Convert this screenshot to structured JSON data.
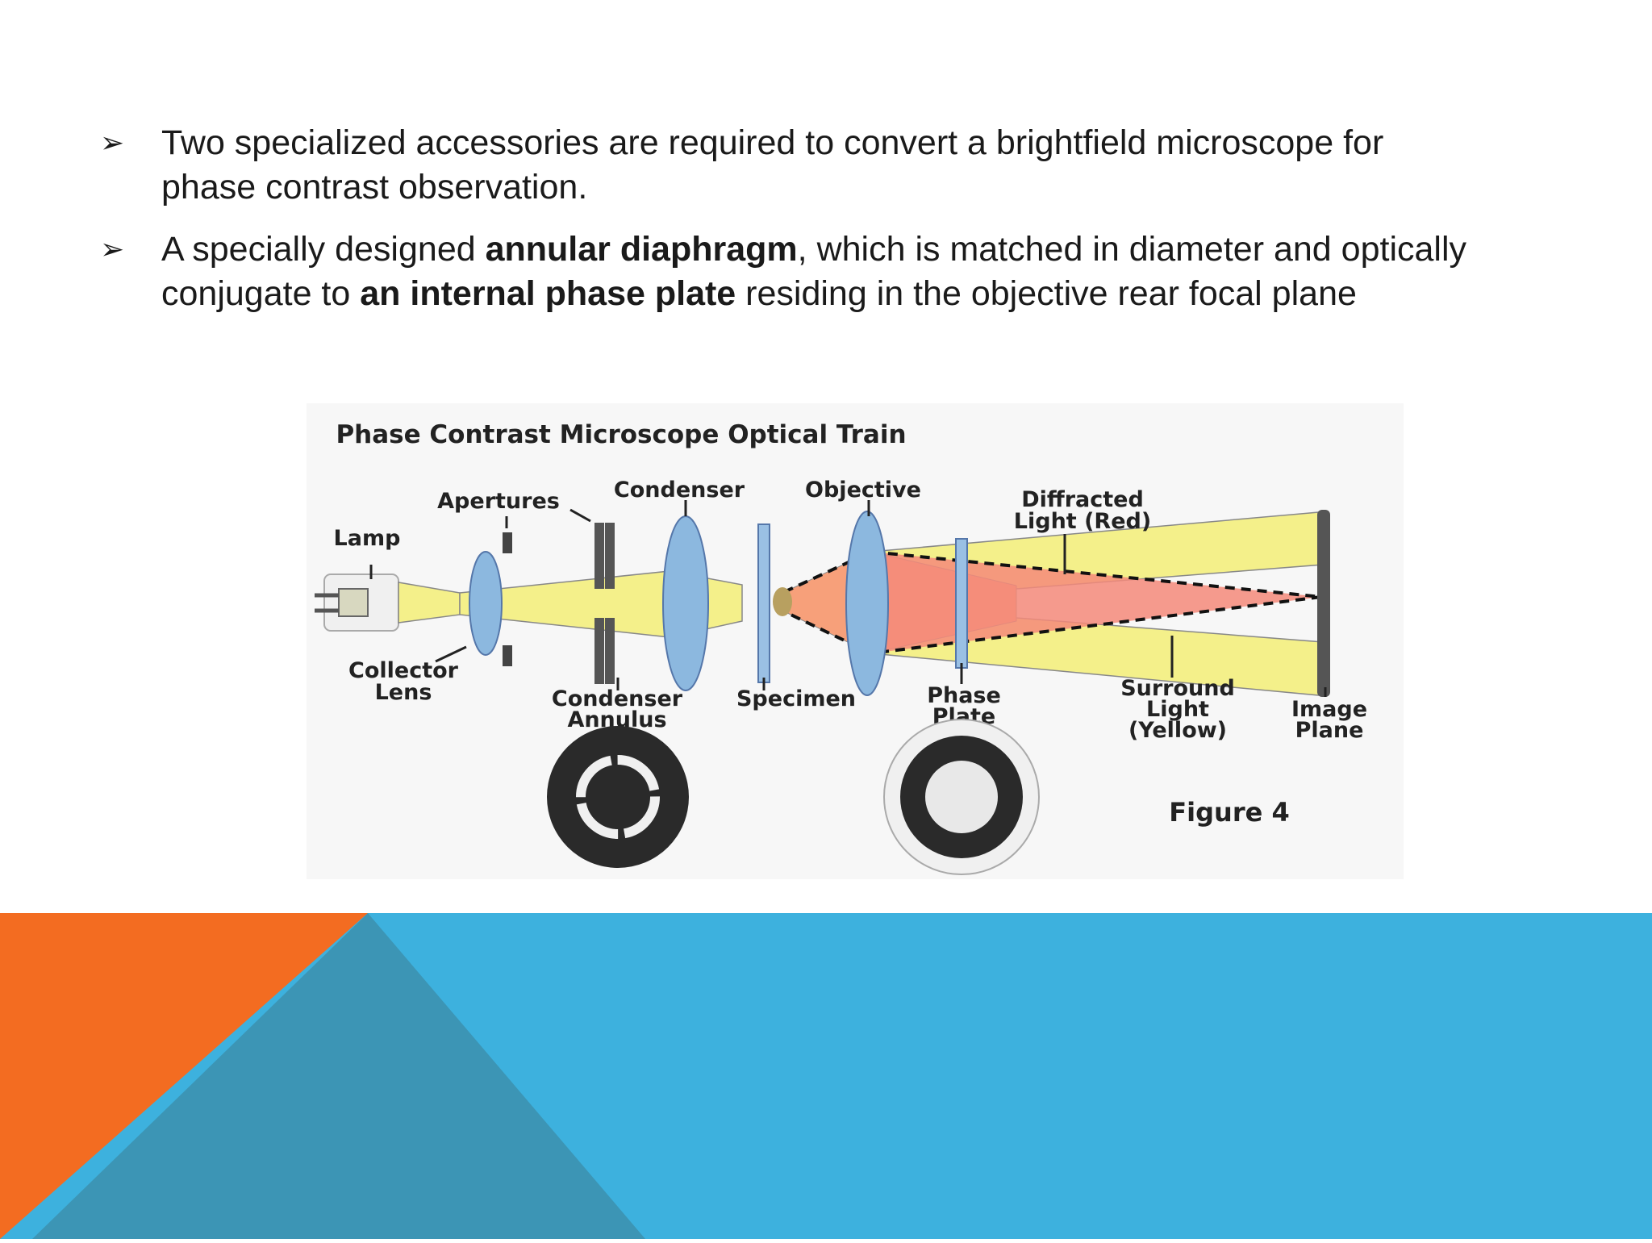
{
  "slide": {
    "bullets": [
      {
        "marker": "➢",
        "text": "Two specialized accessories are required to convert a brightfield microscope for phase contrast observation."
      },
      {
        "marker": "➢",
        "t1": " A specially designed ",
        "b1": "annular diaphragm",
        "t2": ", which is matched in diameter and optically conjugate to ",
        "b2": "an internal phase plate",
        "t3": " residing in the objective rear focal plane"
      }
    ]
  },
  "figure": {
    "title": "Phase Contrast Microscope Optical Train",
    "labels": {
      "lamp": "Lamp",
      "apertures": "Apertures",
      "condenser": "Condenser",
      "objective": "Objective",
      "diffracted_1": "Diffracted",
      "diffracted_2": "Light (Red)",
      "collector_1": "Collector",
      "collector_2": "Lens",
      "annulus_1": "Condenser",
      "annulus_2": "Annulus",
      "specimen": "Specimen",
      "phase_1": "Phase",
      "phase_2": "Plate",
      "surround_1": "Surround",
      "surround_2": "Light",
      "surround_3": "(Yellow)",
      "image_1": "Image",
      "image_2": "Plane",
      "figure_caption": "Figure 4"
    }
  },
  "colors": {
    "orange": "#f36c21",
    "blue": "#3db1de",
    "steel": "#3c95b5",
    "surround_light": "#f4f08a",
    "diffracted_light": "#f58a7a",
    "lens": "#8cb8df"
  }
}
